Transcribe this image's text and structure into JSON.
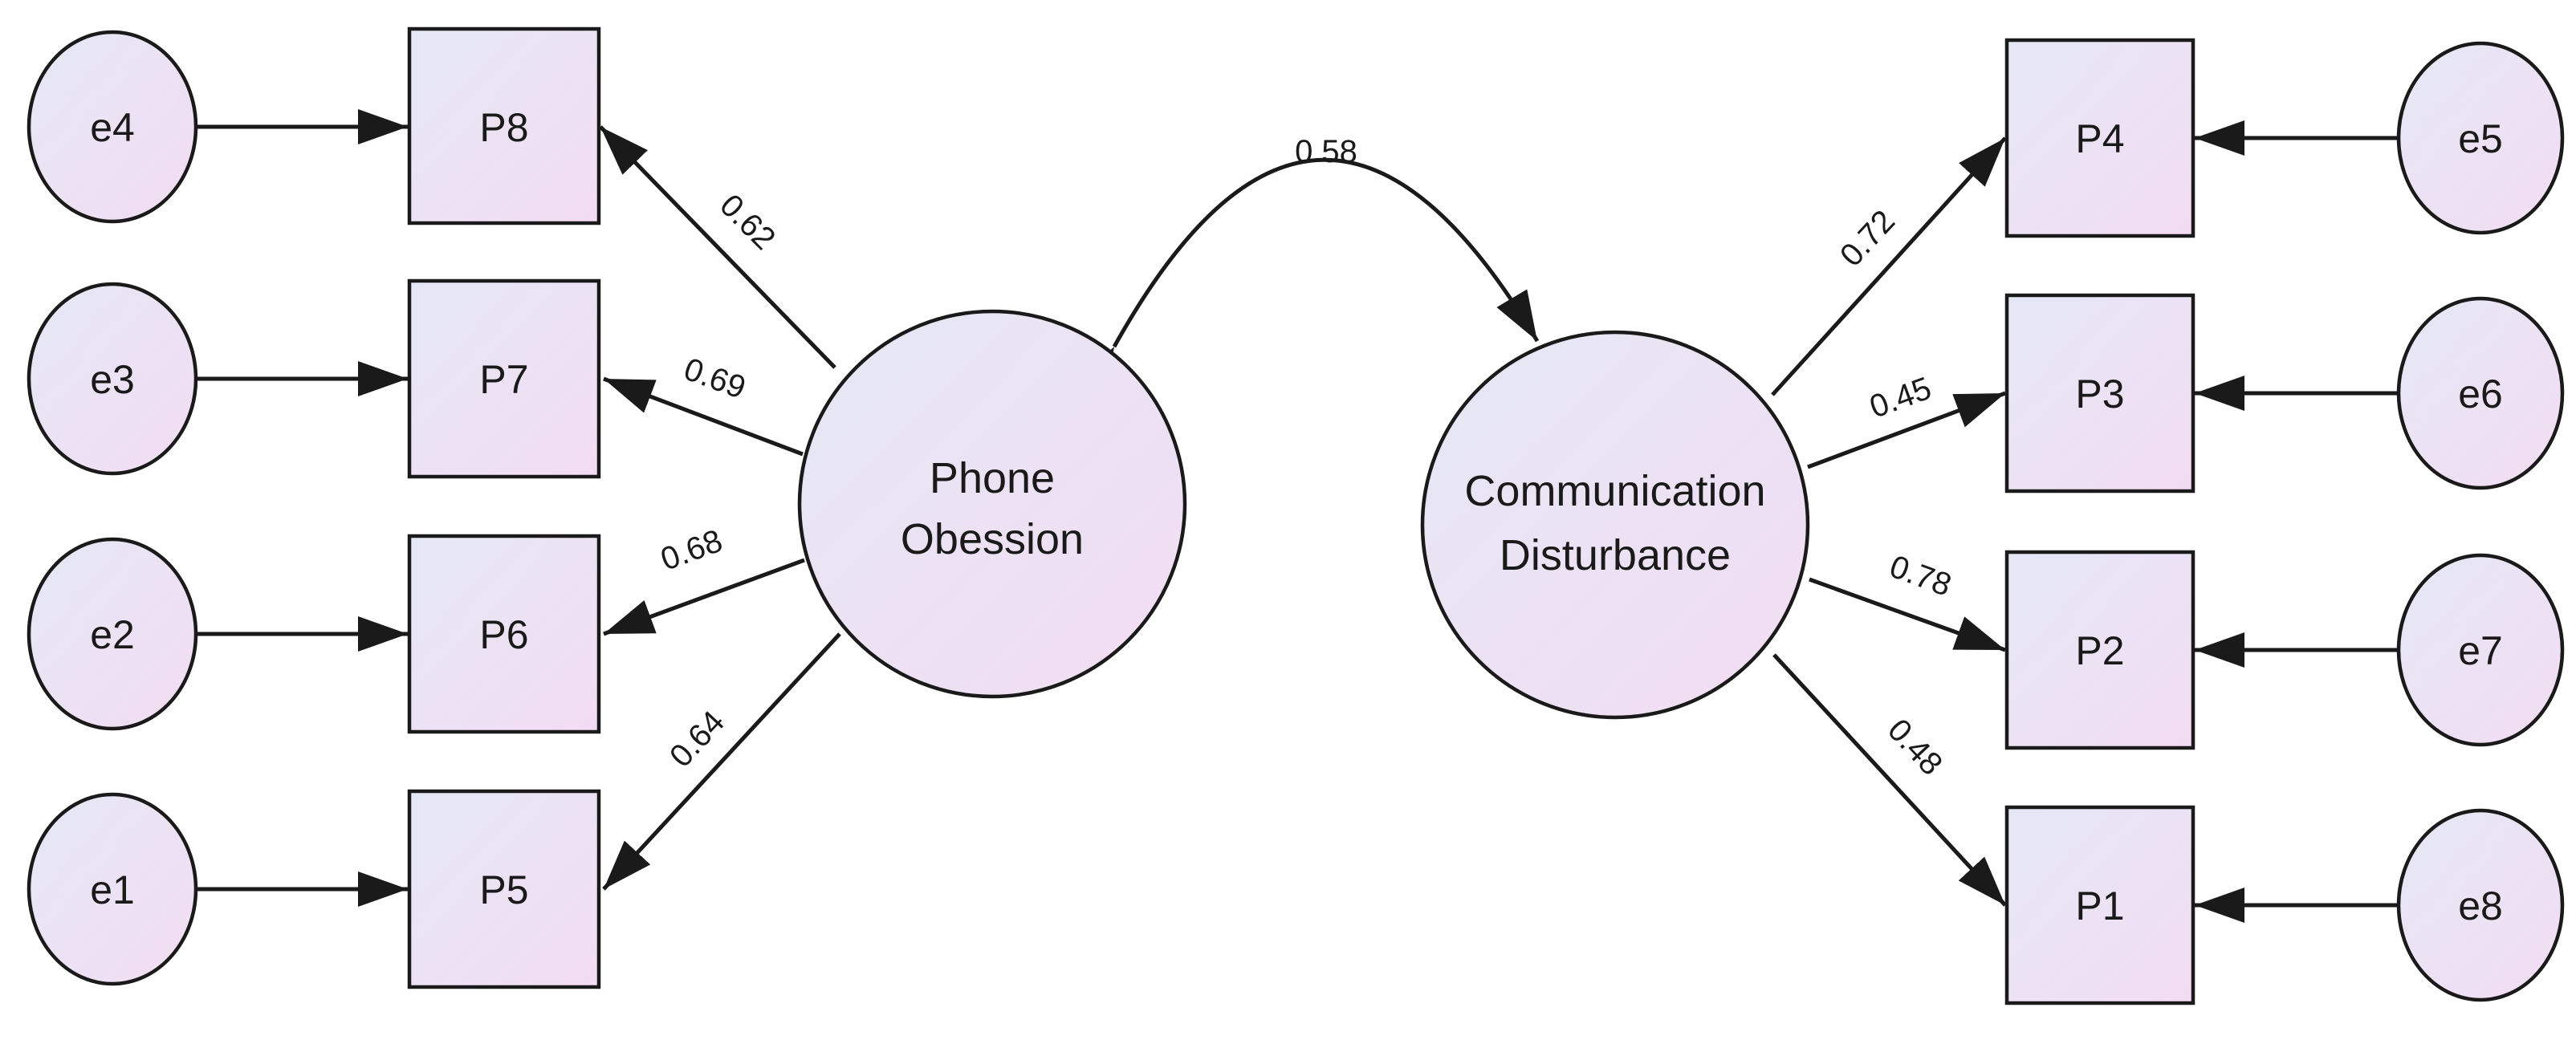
{
  "colors": {
    "node_fill_start": "#e4e8f4",
    "node_fill_end": "#f3dcf3",
    "stroke": "#1a1a1a",
    "background": "#ffffff"
  },
  "factors": {
    "phone": {
      "lines": [
        "Phone",
        "Obession"
      ]
    },
    "comm": {
      "lines": [
        "Communication",
        "Disturbance"
      ]
    }
  },
  "indicators": {
    "P1": "P1",
    "P2": "P2",
    "P3": "P3",
    "P4": "P4",
    "P5": "P5",
    "P6": "P6",
    "P7": "P7",
    "P8": "P8"
  },
  "errors": {
    "e1": "e1",
    "e2": "e2",
    "e3": "e3",
    "e4": "e4",
    "e5": "e5",
    "e6": "e6",
    "e7": "e7",
    "e8": "e8"
  },
  "loadings": {
    "P8": "0.62",
    "P7": "0.69",
    "P6": "0.68",
    "P5": "0.64",
    "P4": "0.72",
    "P3": "0.45",
    "P2": "0.78",
    "P1": "0.48"
  },
  "covariance": "0.58"
}
